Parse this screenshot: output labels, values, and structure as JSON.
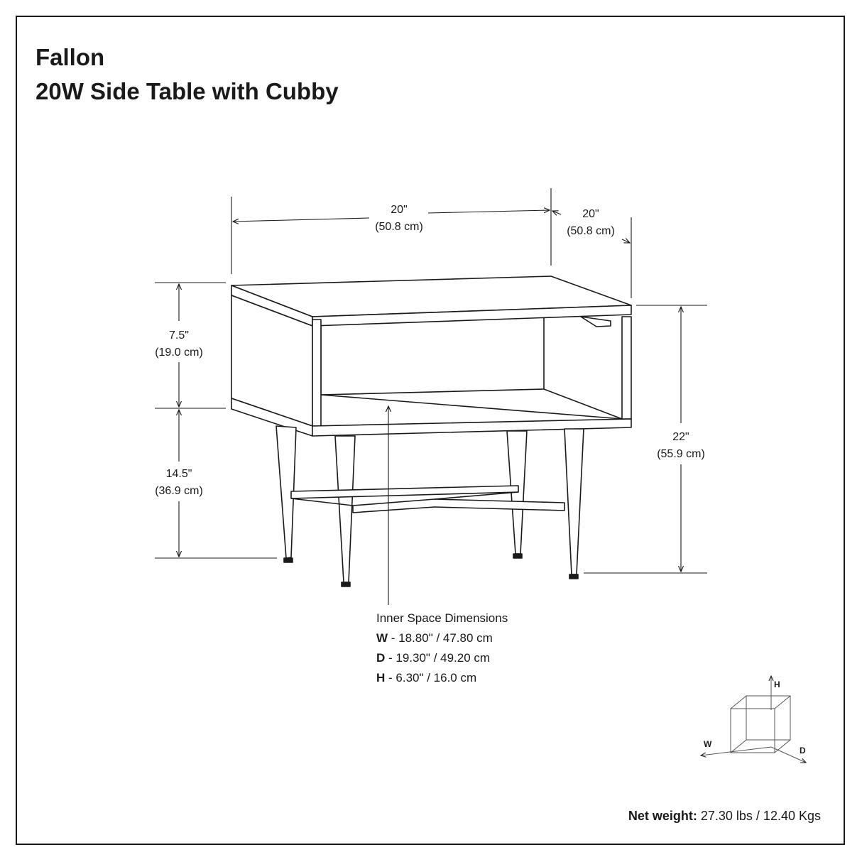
{
  "title": {
    "line1": "Fallon",
    "line2": "20W Side Table with Cubby"
  },
  "dimensions": {
    "width": {
      "in": "20\"",
      "cm": "(50.8 cm)"
    },
    "depth": {
      "in": "20\"",
      "cm": "(50.8 cm)"
    },
    "cubby_height": {
      "in": "7.5\"",
      "cm": "(19.0 cm)"
    },
    "leg_height": {
      "in": "14.5\"",
      "cm": "(36.9 cm)"
    },
    "total_height": {
      "in": "22\"",
      "cm": "(55.9 cm)"
    }
  },
  "inner_space": {
    "heading": "Inner Space Dimensions",
    "rows": [
      {
        "key": "W",
        "value": " - 18.80\" / 47.80 cm"
      },
      {
        "key": "D",
        "value": " - 19.30\" / 49.20 cm"
      },
      {
        "key": "H",
        "value": " - 6.30\" / 16.0 cm"
      }
    ]
  },
  "axes_legend": {
    "h": "H",
    "w": "W",
    "d": "D"
  },
  "net_weight": {
    "label": "Net weight:",
    "value": " 27.30 lbs / 12.40 Kgs"
  },
  "colors": {
    "line": "#1a1a1a",
    "background": "#ffffff"
  }
}
